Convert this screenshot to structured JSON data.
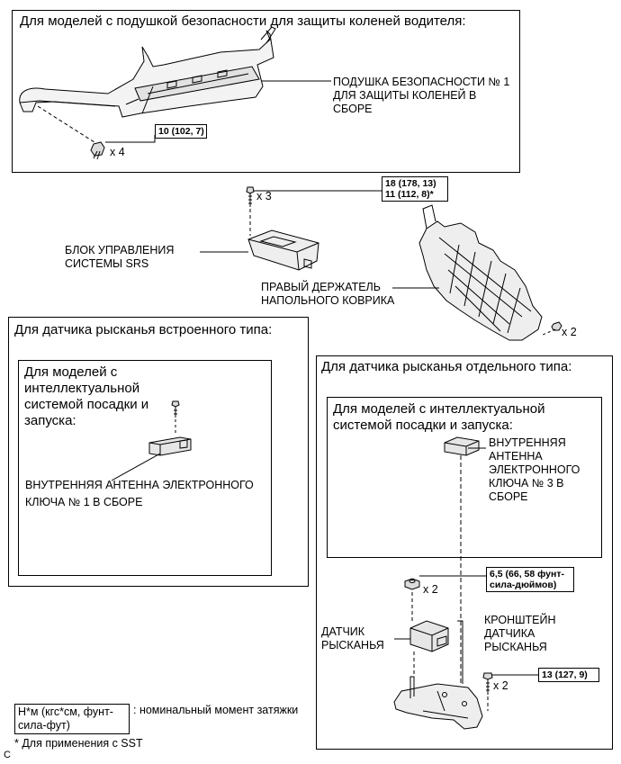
{
  "sections": {
    "knee_airbag": {
      "title": "Для моделей с подушкой безопасности для защиты коленей водителя:",
      "part_label": "ПОДУШКА БЕЗОПАСНОСТИ № 1 ДЛЯ ЗАЩИТЫ КОЛЕНЕЙ В СБОРЕ",
      "torque": "10 (102, 7)",
      "qty": "x 4"
    },
    "srs": {
      "torque_1": "18 (178, 13)",
      "torque_2": "11 (112, 8)*",
      "qty": "x 3",
      "part_label": "БЛОК УПРАВЛЕНИЯ СИСТЕМЫ SRS"
    },
    "floor_mat": {
      "part_label": "ПРАВЫЙ ДЕРЖАТЕЛЬ НАПОЛЬНОГО КОВРИКА",
      "qty": "x 2"
    },
    "builtin_yaw": {
      "title": "Для датчика рысканья встроенного типа:",
      "inner_title": "Для моделей с интеллектуальной системой посадки и запуска:",
      "part_label": "ВНУТРЕННЯЯ АНТЕННА ЭЛЕКТРОННОГО КЛЮЧА № 1 В СБОРЕ"
    },
    "separate_yaw": {
      "title": "Для датчика рысканья отдельного типа:",
      "inner_title": "Для моделей с интеллектуальной системой посадки и запуска:",
      "antenna_label": "ВНУТРЕННЯЯ АНТЕННА ЭЛЕКТРОННОГО КЛЮЧА № 3 В СБОРЕ",
      "nut_torque": "6,5 (66, 58 фунт-сила-дюймов)",
      "nut_qty": "x 2",
      "sensor_label": "ДАТЧИК РЫСКАНЬЯ",
      "bracket_label": "КРОНШТЕЙН ДАТЧИКА РЫСКАНЬЯ",
      "bolt_torque": "13 (127, 9)",
      "bolt_qty": "x 2"
    }
  },
  "legend": {
    "unit": "Н*м (кгс*см, фунт-сила-фут)",
    "meaning": ": номинальный момент затяжки",
    "sst_note": "* Для применения с SST"
  },
  "corner_mark": "C"
}
